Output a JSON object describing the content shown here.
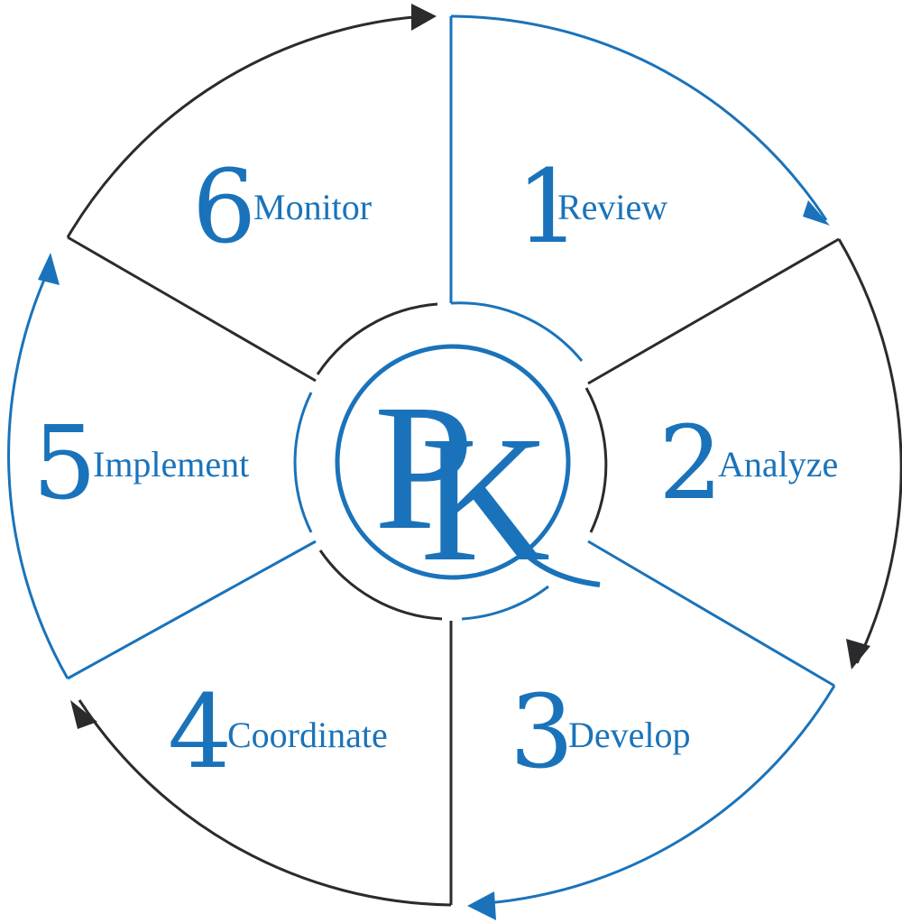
{
  "colors": {
    "blue": "#1a73ba",
    "dark": "#2b2b2d"
  },
  "logo": {
    "letter_1": "P",
    "letter_2": "K"
  },
  "steps": [
    {
      "number": "1",
      "label": "Review",
      "color": "blue"
    },
    {
      "number": "2",
      "label": "Analyze",
      "color": "dark"
    },
    {
      "number": "3",
      "label": "Develop",
      "color": "blue"
    },
    {
      "number": "4",
      "label": "Coordinate",
      "color": "dark"
    },
    {
      "number": "5",
      "label": "Implement",
      "color": "blue"
    },
    {
      "number": "6",
      "label": "Monitor",
      "color": "dark"
    }
  ]
}
